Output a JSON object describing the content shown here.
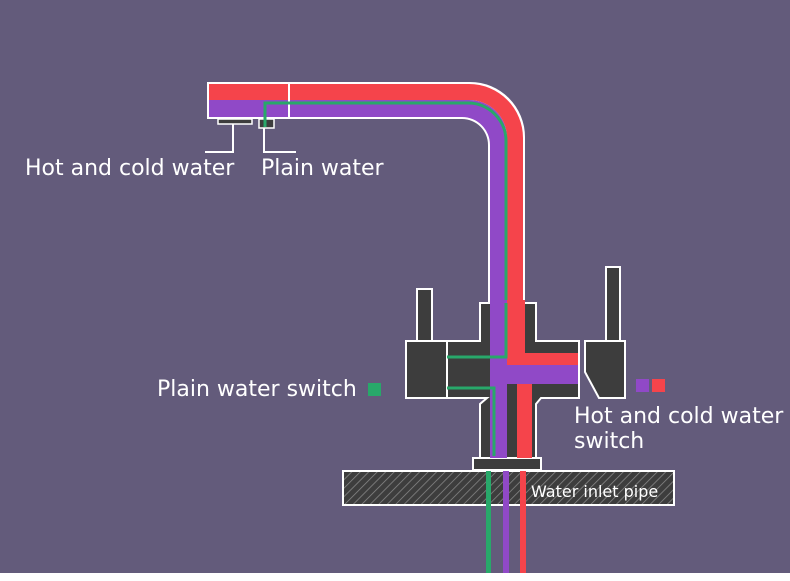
{
  "labels": {
    "hot_cold_outlet": "Hot and cold water",
    "plain_outlet": "Plain water",
    "plain_switch": "Plain water switch",
    "hot_cold_switch_line1": "Hot and cold water",
    "hot_cold_switch_line2": "switch",
    "inlet_pipe": "Water inlet pipe"
  },
  "colors": {
    "background": "#635b7b",
    "hot_water": "#f5444b",
    "mixed_water": "#9049c7",
    "plain_water": "#28a86a",
    "body": "#3d3d3d",
    "outline": "#ffffff"
  }
}
